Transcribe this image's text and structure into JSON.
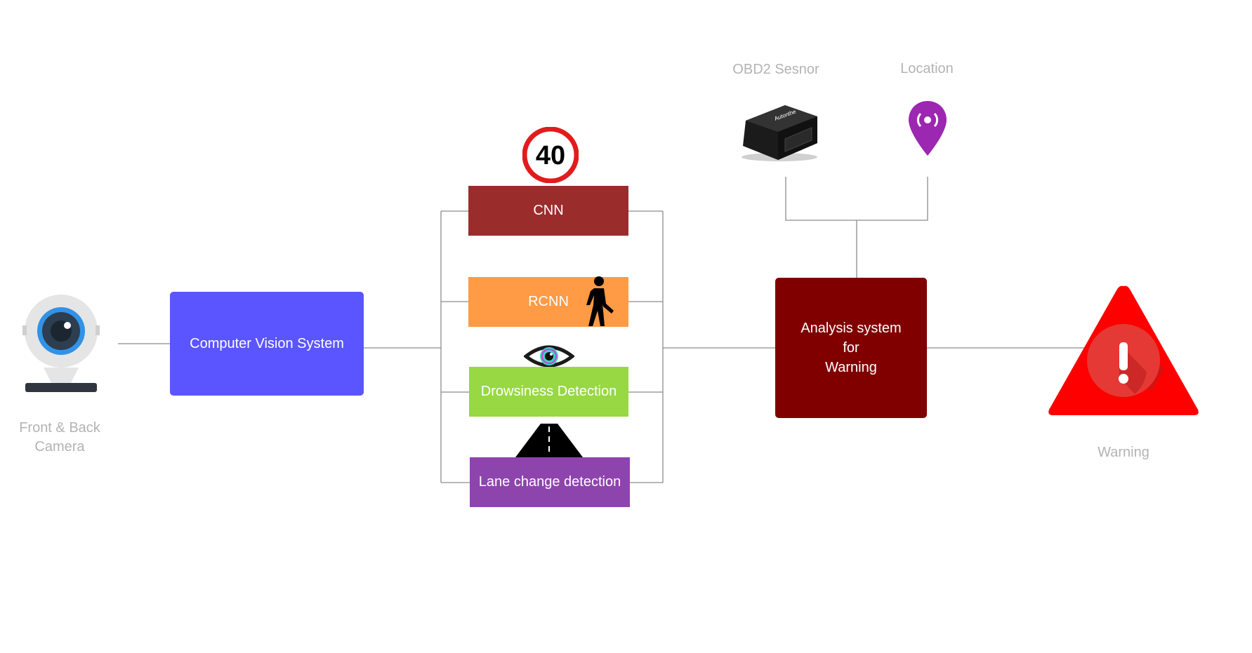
{
  "camera": {
    "label_line1": "Front & Back",
    "label_line2": "Camera",
    "icon": "webcam-icon"
  },
  "cv_system": {
    "label": "Computer Vision System",
    "color": "#5a55ff"
  },
  "models": [
    {
      "label": "CNN",
      "color": "#9b2c2c",
      "icon": "speed-limit-sign-icon",
      "sign_text": "40"
    },
    {
      "label": "RCNN",
      "color": "#ff9a45",
      "icon": "pedestrian-icon"
    },
    {
      "label": "Drowsiness Detection",
      "color": "#97d843",
      "icon": "eye-icon"
    },
    {
      "label": "Lane change detection",
      "color": "#8e44ad",
      "icon": "road-icon"
    }
  ],
  "sensors": {
    "obd2": {
      "label": "OBD2 Sesnor",
      "icon": "obd2-device-icon",
      "device_text": "Autonthe"
    },
    "location": {
      "label": "Location",
      "icon": "location-pin-icon",
      "color": "#9c27b0"
    }
  },
  "analysis": {
    "line1": "Analysis system",
    "line2": "for",
    "line3": "Warning",
    "color": "#800000"
  },
  "warning": {
    "label": "Warning",
    "icon": "warning-triangle-icon",
    "color": "#ff0000"
  },
  "line_color": "#8c8c8c"
}
